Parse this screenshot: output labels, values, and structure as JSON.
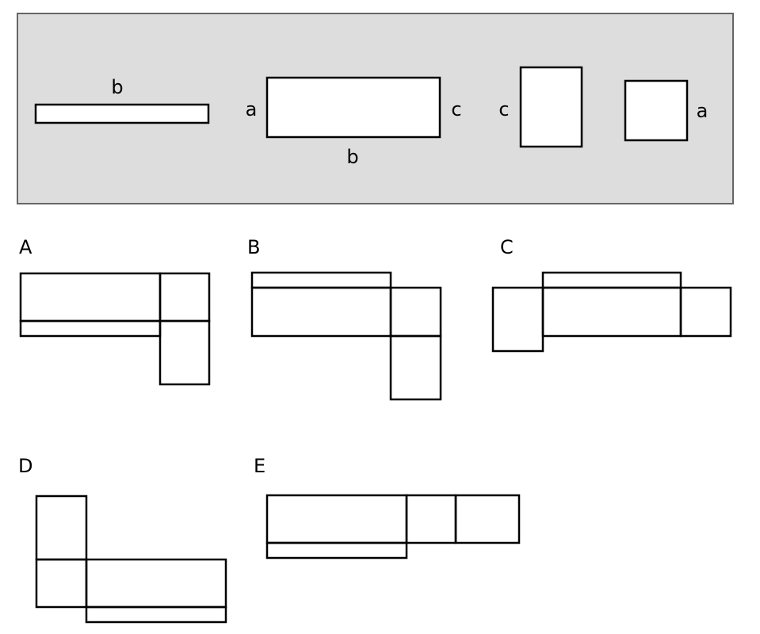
{
  "colors": {
    "panel_fill": "#dddddd",
    "panel_border": "#666666",
    "stroke": "#000000",
    "face_fill": "#ffffff"
  },
  "pieces_panel": {
    "piece_1": {
      "edge_label": "b"
    },
    "piece_2": {
      "left_label": "a",
      "right_label": "c",
      "bottom_label": "b"
    },
    "piece_3": {
      "left_label": "c"
    },
    "piece_4": {
      "right_label": "a"
    }
  },
  "options": [
    {
      "letter": "A"
    },
    {
      "letter": "B"
    },
    {
      "letter": "C"
    },
    {
      "letter": "D"
    },
    {
      "letter": "E"
    }
  ]
}
